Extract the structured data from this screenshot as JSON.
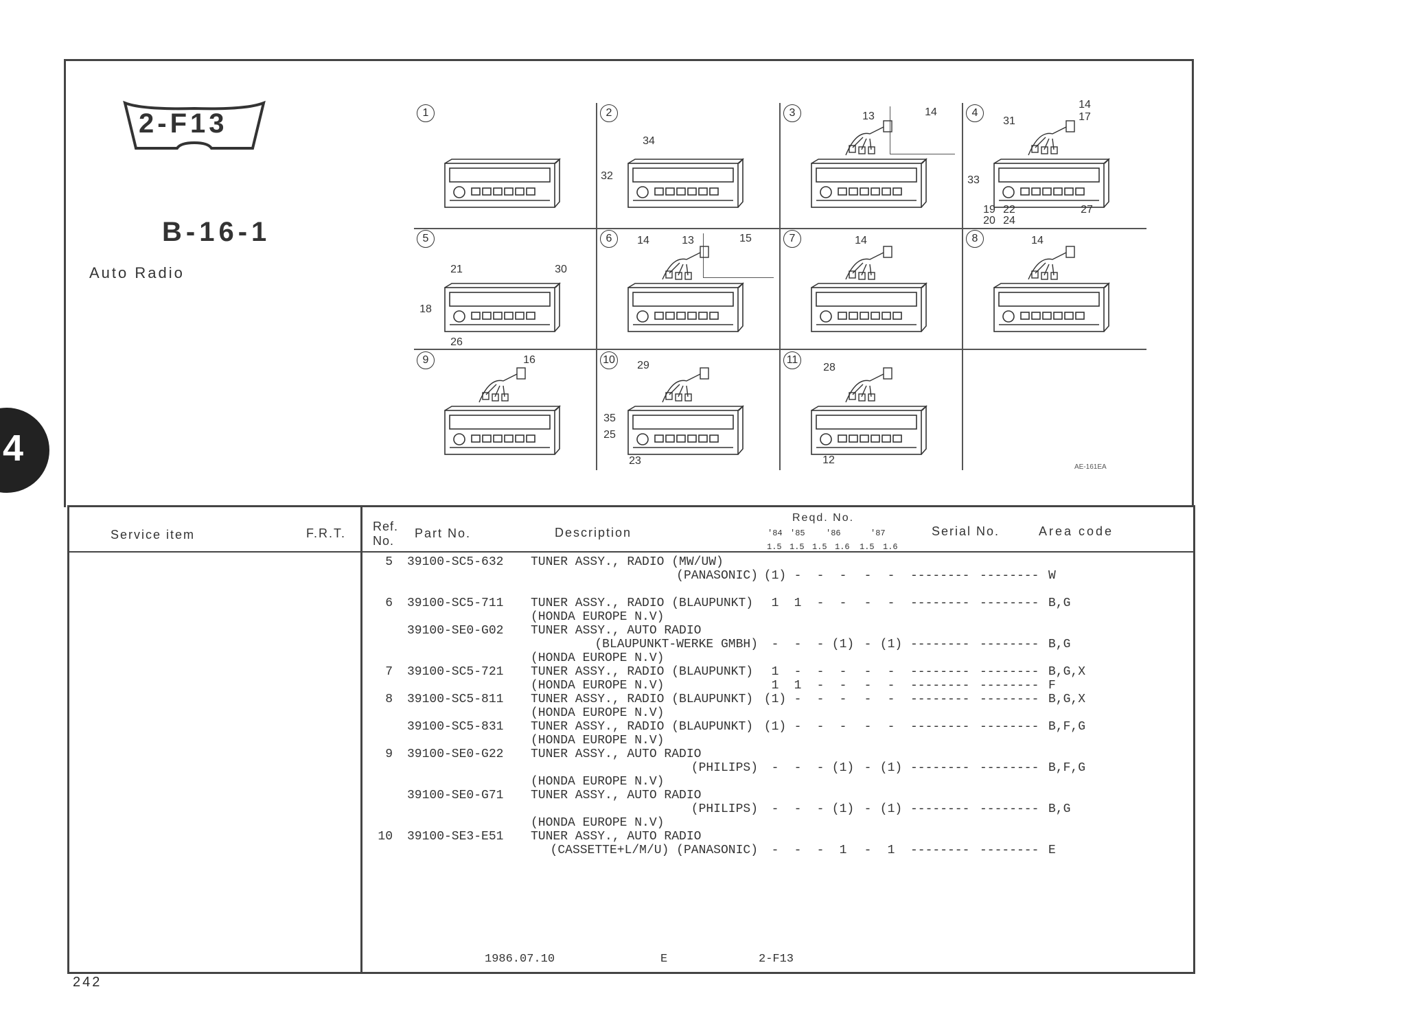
{
  "section_code": "2-F13",
  "group_code": "B-16-1",
  "group_title": "Auto Radio",
  "chapter_tab": "4",
  "figure_ref": "AE-161EA",
  "cells": [
    {
      "num": "1",
      "callouts": []
    },
    {
      "num": "2",
      "callouts": [
        "34",
        "32"
      ]
    },
    {
      "num": "3",
      "callouts": [
        "13",
        "14"
      ]
    },
    {
      "num": "4",
      "callouts": [
        "14",
        "17",
        "31",
        "33",
        "19",
        "22",
        "20",
        "24",
        "27"
      ]
    },
    {
      "num": "5",
      "callouts": [
        "21",
        "30",
        "18",
        "26"
      ]
    },
    {
      "num": "6",
      "callouts": [
        "14",
        "13",
        "15"
      ]
    },
    {
      "num": "7",
      "callouts": [
        "14"
      ]
    },
    {
      "num": "8",
      "callouts": [
        "14"
      ]
    },
    {
      "num": "9",
      "callouts": [
        "16"
      ]
    },
    {
      "num": "10",
      "callouts": [
        "29",
        "35",
        "25",
        "23"
      ]
    },
    {
      "num": "11",
      "callouts": [
        "28",
        "12"
      ]
    }
  ],
  "header": {
    "service_item": "Service  item",
    "frt": "F.R.T.",
    "ref_no_1": "Ref.",
    "ref_no_2": "No.",
    "part_no": "Part No.",
    "description": "Description",
    "reqd_no": "Reqd. No.",
    "years": [
      "'84",
      "'85",
      "'86",
      "'87"
    ],
    "engines": [
      "1.5",
      "1.5",
      "1.5",
      "1.6",
      "1.5",
      "1.6"
    ],
    "serial_no": "Serial No.",
    "area_code": "Area code"
  },
  "lines": [
    {
      "ref": "5",
      "part": "39100-SC5-632",
      "desc": "TUNER ASSY., RADIO (MW/UW)"
    },
    {
      "desc": "(PANASONIC)",
      "desc_right": true,
      "qty": [
        "(1)",
        "-",
        "-",
        "-",
        "-",
        "-"
      ],
      "s1": "--------",
      "s2": "--------",
      "area": "W"
    },
    {},
    {
      "ref": "6",
      "part": "39100-SC5-711",
      "desc": "TUNER ASSY., RADIO (BLAUPUNKT)",
      "qty": [
        "1",
        "1",
        "-",
        "-",
        "-",
        "-"
      ],
      "s1": "--------",
      "s2": "--------",
      "area": "B,G"
    },
    {
      "desc": "(HONDA EUROPE N.V)"
    },
    {
      "part": "39100-SE0-G02",
      "desc": "TUNER ASSY., AUTO RADIO"
    },
    {
      "desc": "(BLAUPUNKT-WERKE GMBH)",
      "desc_right": true,
      "qty": [
        "-",
        "-",
        "-",
        "(1)",
        "-",
        "(1)"
      ],
      "s1": "--------",
      "s2": "--------",
      "area": "B,G"
    },
    {
      "desc": "(HONDA EUROPE N.V)"
    },
    {
      "ref": "7",
      "part": "39100-SC5-721",
      "desc": "TUNER ASSY., RADIO (BLAUPUNKT)",
      "qty": [
        "1",
        "-",
        "-",
        "-",
        "-",
        "-"
      ],
      "s1": "--------",
      "s2": "--------",
      "area": "B,G,X"
    },
    {
      "desc": "(HONDA EUROPE N.V)",
      "qty": [
        "1",
        "1",
        "-",
        "-",
        "-",
        "-"
      ],
      "s1": "--------",
      "s2": "--------",
      "area": "F"
    },
    {
      "ref": "8",
      "part": "39100-SC5-811",
      "desc": "TUNER ASSY., RADIO (BLAUPUNKT)",
      "qty": [
        "(1)",
        "-",
        "-",
        "-",
        "-",
        "-"
      ],
      "s1": "--------",
      "s2": "--------",
      "area": "B,G,X"
    },
    {
      "desc": "(HONDA EUROPE N.V)"
    },
    {
      "part": "39100-SC5-831",
      "desc": "TUNER ASSY., RADIO (BLAUPUNKT)",
      "qty": [
        "(1)",
        "-",
        "-",
        "-",
        "-",
        "-"
      ],
      "s1": "--------",
      "s2": "--------",
      "area": "B,F,G"
    },
    {
      "desc": "(HONDA EUROPE N.V)"
    },
    {
      "ref": "9",
      "part": "39100-SE0-G22",
      "desc": "TUNER ASSY., AUTO RADIO"
    },
    {
      "desc": "(PHILIPS)",
      "desc_right": true,
      "qty": [
        "-",
        "-",
        "-",
        "(1)",
        "-",
        "(1)"
      ],
      "s1": "--------",
      "s2": "--------",
      "area": "B,F,G"
    },
    {
      "desc": "(HONDA EUROPE N.V)"
    },
    {
      "part": "39100-SE0-G71",
      "desc": "TUNER ASSY., AUTO RADIO"
    },
    {
      "desc": "(PHILIPS)",
      "desc_right": true,
      "qty": [
        "-",
        "-",
        "-",
        "(1)",
        "-",
        "(1)"
      ],
      "s1": "--------",
      "s2": "--------",
      "area": "B,G"
    },
    {
      "desc": "(HONDA EUROPE N.V)"
    },
    {
      "ref": "10",
      "part": "39100-SE3-E51",
      "desc": "TUNER ASSY., AUTO RADIO"
    },
    {
      "desc": "(CASSETTE+L/M/U) (PANASONIC)",
      "desc_right": true,
      "qty": [
        "-",
        "-",
        "-",
        "1",
        "-",
        "1"
      ],
      "s1": "--------",
      "s2": "--------",
      "area": "E"
    }
  ],
  "footer": {
    "date": "1986.07.10",
    "lang": "E",
    "code": "2-F13"
  },
  "page_number": "242"
}
